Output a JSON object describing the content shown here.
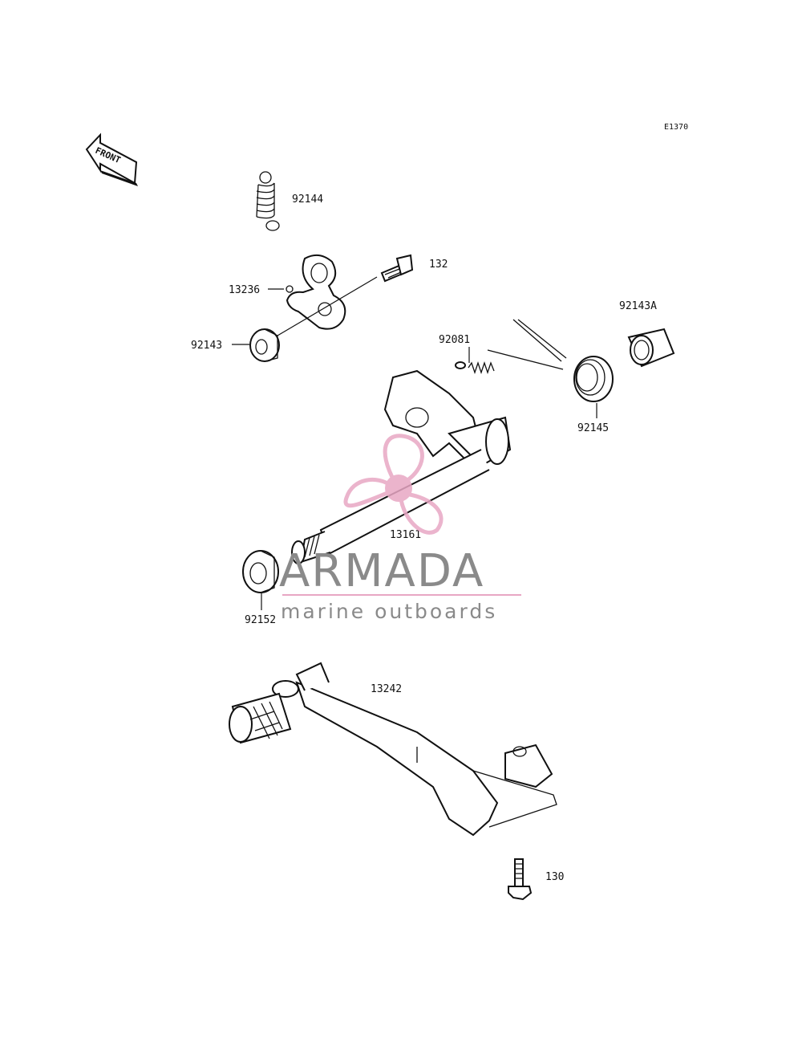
{
  "diagram_code": "E1370",
  "front_label": "FRONT",
  "parts": {
    "p92144": "92144",
    "p132": "132",
    "p13236": "13236",
    "p92143": "92143",
    "p92081": "92081",
    "p92143A": "92143A",
    "p92145": "92145",
    "p13161": "13161",
    "p92152": "92152",
    "p13242": "13242",
    "p130": "130"
  },
  "watermark": {
    "brand": "ARMADA",
    "tagline": "marine outboards",
    "logo_color": "#e8a7c4",
    "text_color": "#8a8a8a"
  }
}
